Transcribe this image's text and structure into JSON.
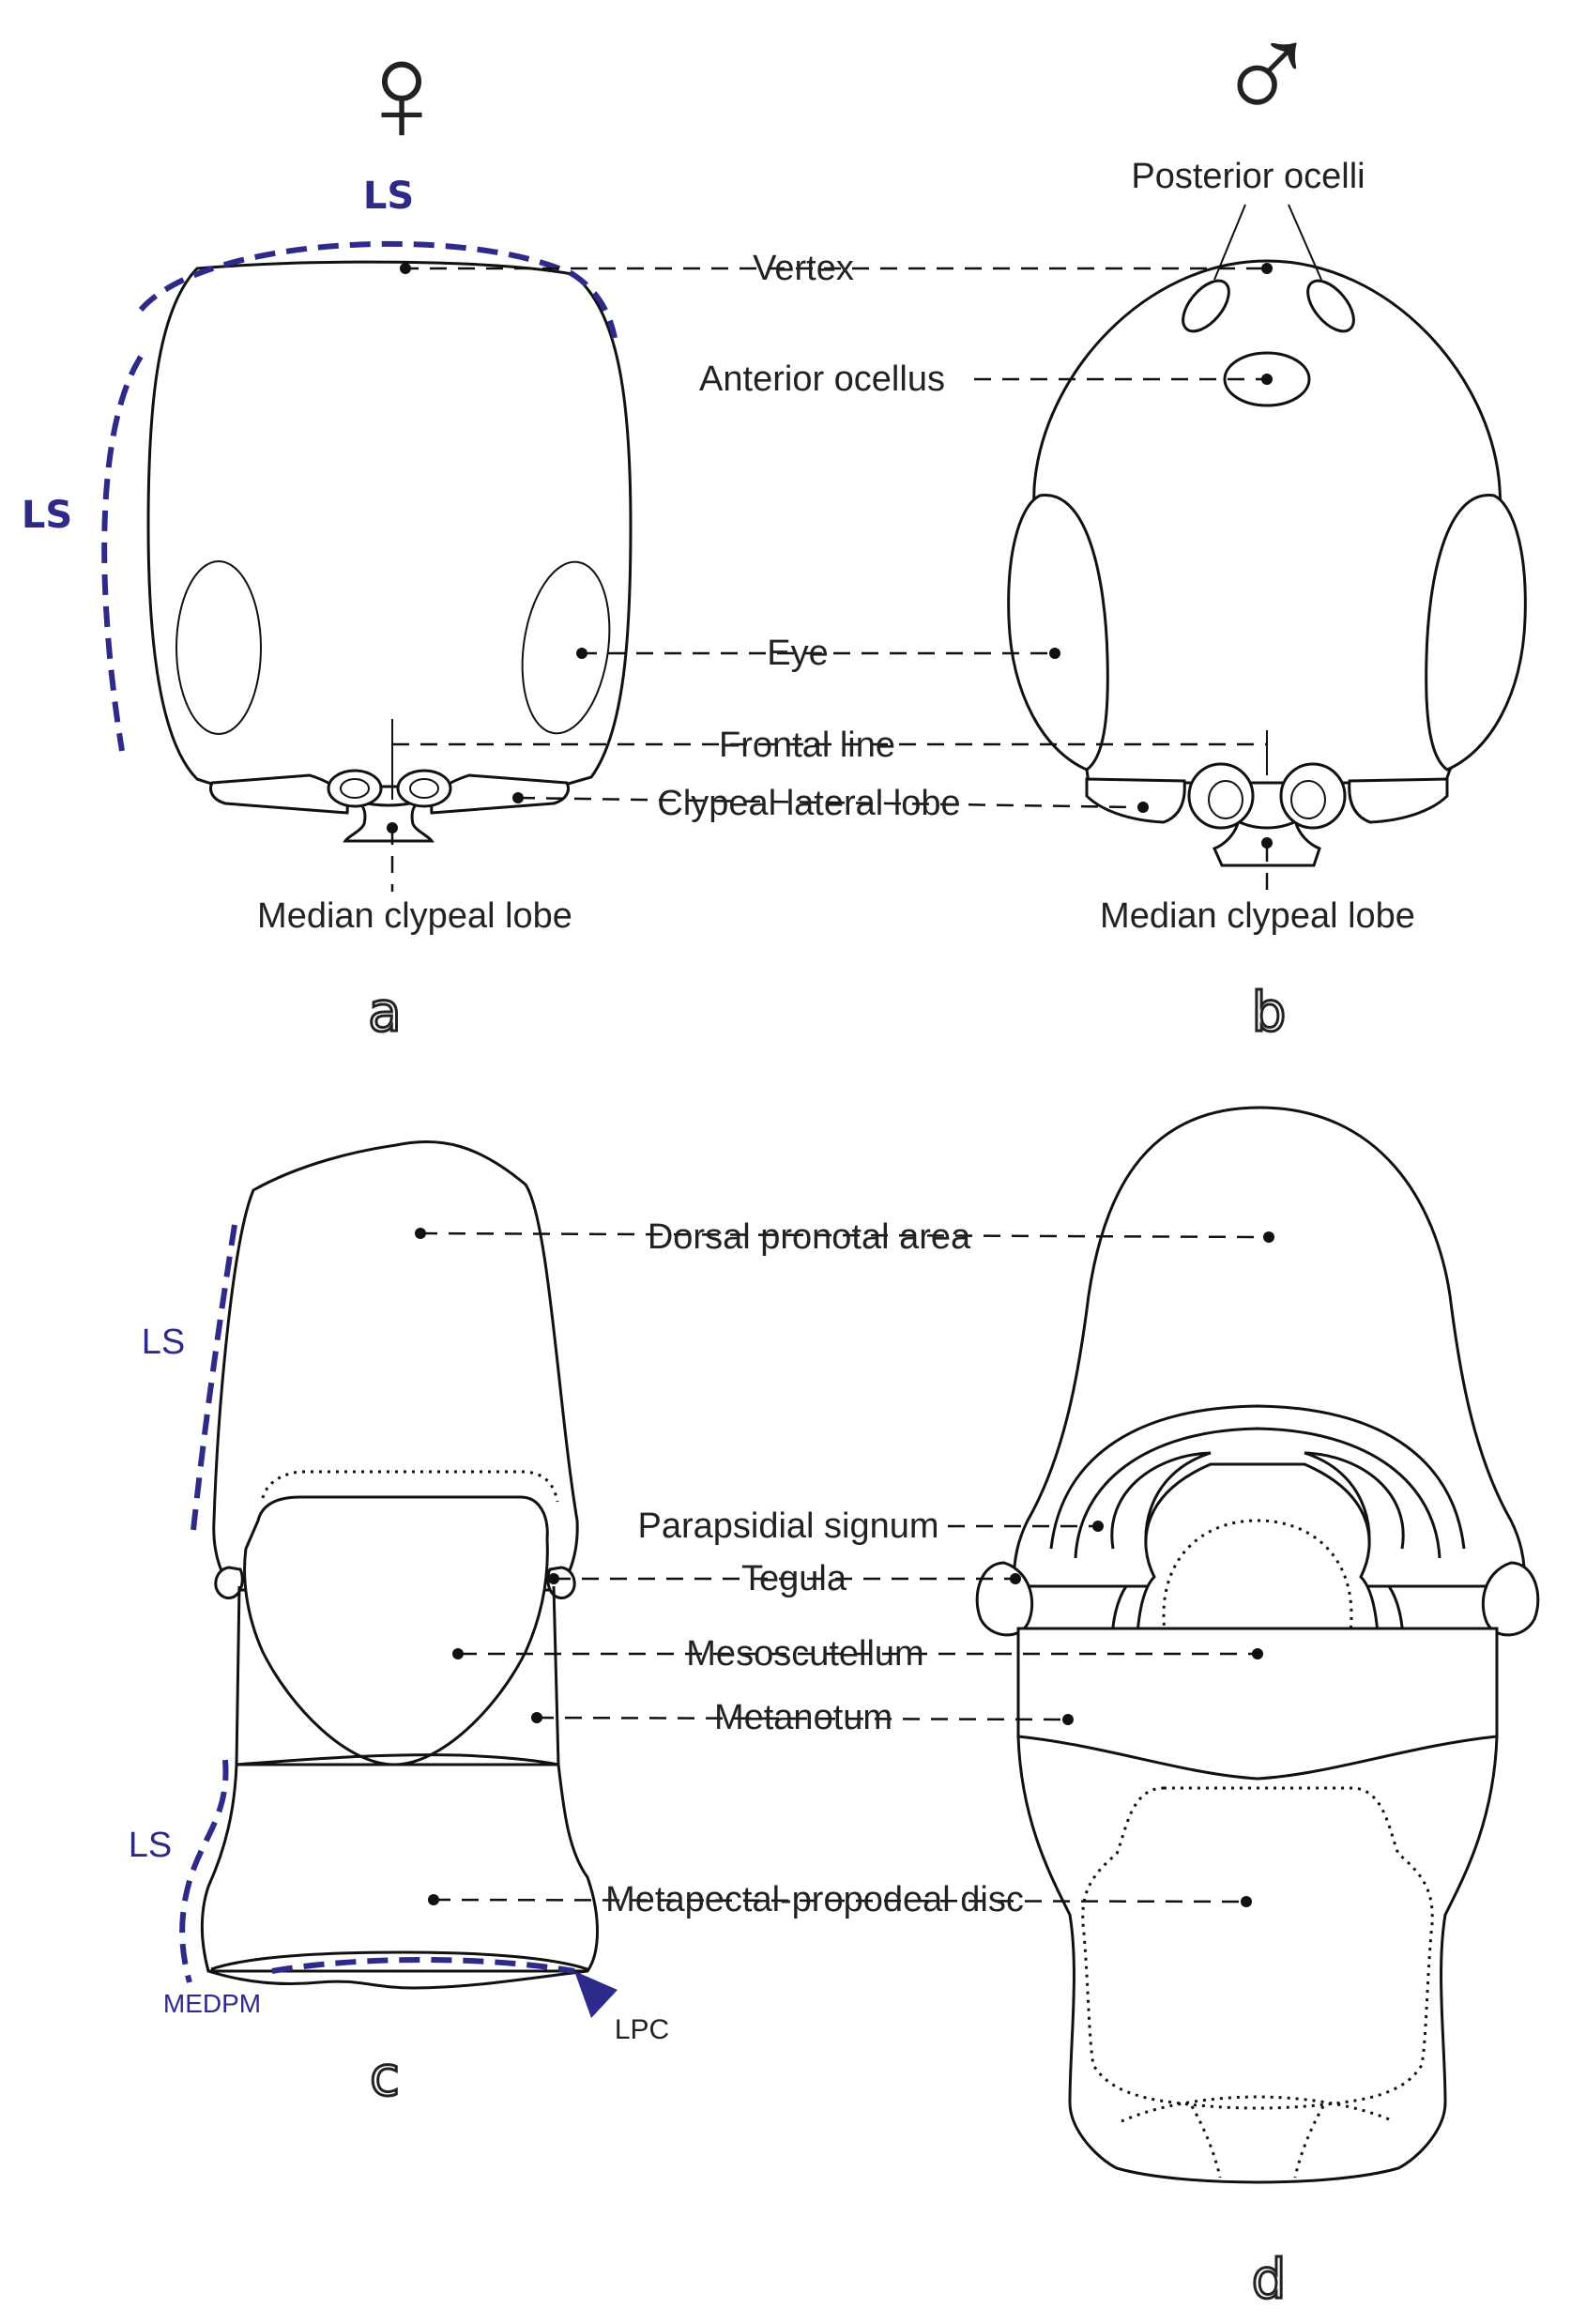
{
  "colors": {
    "accent": "#2e2a8a",
    "line": "#111111"
  },
  "symbols": {
    "female": "♀",
    "male": "♂"
  },
  "panels": {
    "a": "a",
    "b": "b",
    "c": "c",
    "d": "d"
  },
  "labels": {
    "posterior_ocelli": "Posterior ocelli",
    "vertex": "Vertex",
    "anterior_ocellus": "Anterior ocellus",
    "eye": "Eye",
    "frontal_line": "Frontal line",
    "clypeal_lateral_lobe": "Clypeal lateral lobe",
    "median_clypeal_lobe_a": "Median clypeal lobe",
    "median_clypeal_lobe_b": "Median clypeal lobe",
    "dorsal_pronotal_area": "Dorsal pronotal area",
    "parapsidial_signum": "Parapsidial signum",
    "tegula": "Tegula",
    "mesoscutellum": "Mesoscutellum",
    "metanotum": "Metanotum",
    "metapectal_propodeal_disc": "Metapectal-propodeal disc"
  },
  "annotations": {
    "ls_a_top": "LS",
    "ls_a_side": "LS",
    "ls_c_upper": "LS",
    "ls_c_lower": "LS",
    "medpm": "MEDPM",
    "lpc": "LPC"
  }
}
